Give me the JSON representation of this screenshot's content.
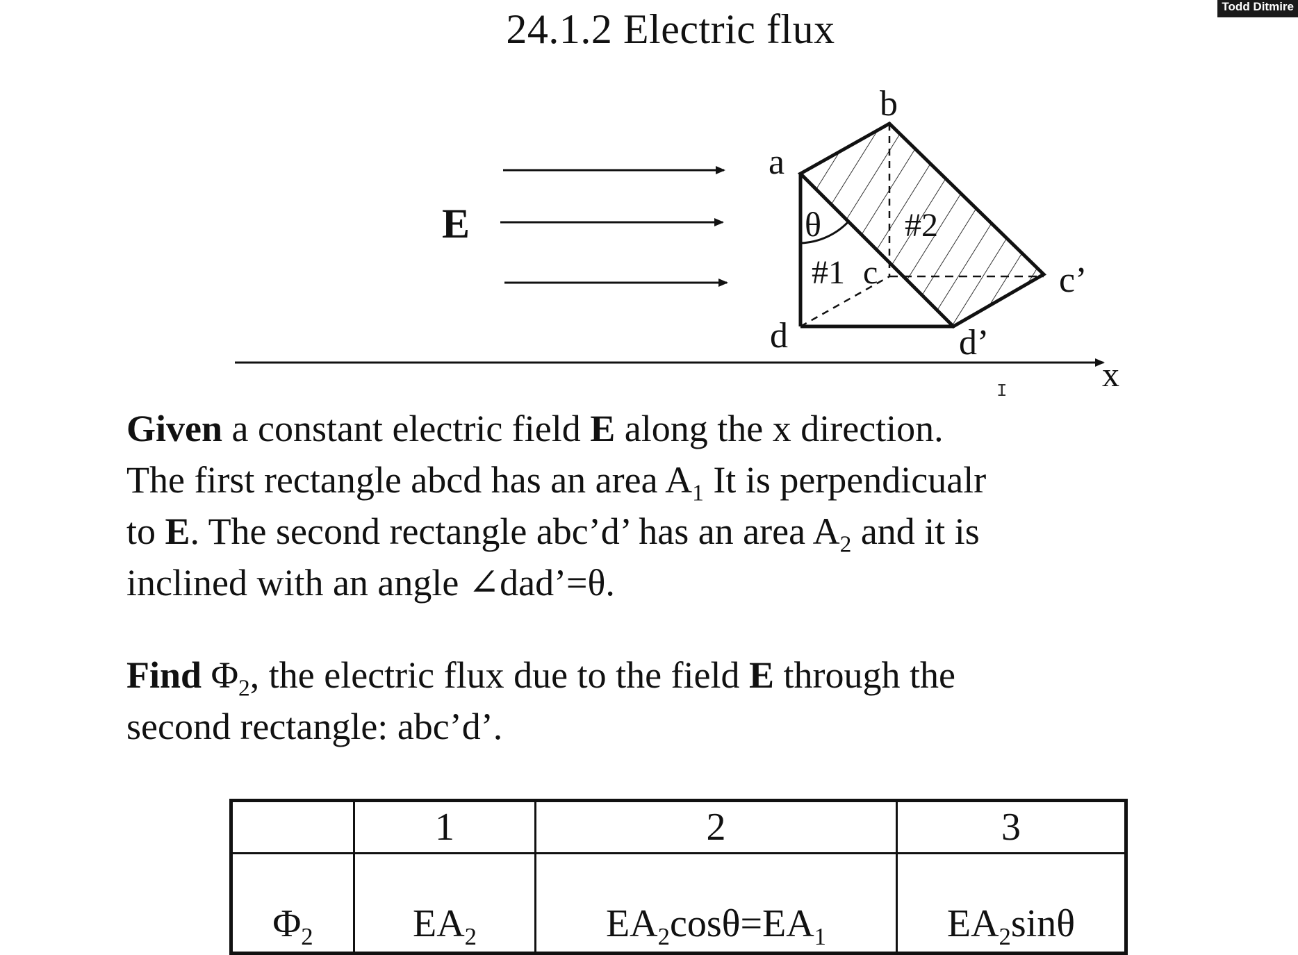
{
  "presenter_name": "Todd Ditmire",
  "title": "24.1.2 Electric flux",
  "figure": {
    "field_label": "E",
    "axis_label": "x",
    "points": {
      "a": "a",
      "b": "b",
      "c": "c",
      "c_prime": "c’",
      "d": "d",
      "d_prime": "d’"
    },
    "angle_label": "θ",
    "rect1_label": "#1",
    "rect2_label": "#2"
  },
  "given": {
    "bold_word": "Given",
    "line1_text": " a constant electric field ",
    "field_symbol": "E",
    "line1_end": " along the x direction.",
    "line2_text": "The first rectangle abcd has an area A",
    "line2_sub": "1",
    "line2_end": " It is perpendicualr",
    "line3_start": "to ",
    "line3_text": ". The second rectangle abc’d’ has an area A",
    "line3_sub": "2",
    "line3_end": " and it is",
    "line4_text": "inclined with an angle ∠dad’=θ."
  },
  "find": {
    "bold_word": "Find",
    "phi": " Φ",
    "phi_sub": "2",
    "line1_text": ", the electric flux due to the field ",
    "field_symbol": "E",
    "line1_end": " through the",
    "line2_text": "second rectangle: abc’d’."
  },
  "table": {
    "headers": [
      "",
      "1",
      "2",
      "3"
    ],
    "row_label": "Φ",
    "row_label_sub": "2",
    "options": [
      {
        "parts": [
          "EA",
          "2",
          ""
        ]
      },
      {
        "parts": [
          "EA",
          "2",
          "cosθ=EA",
          "1",
          ""
        ]
      },
      {
        "parts": [
          "EA",
          "2",
          "sinθ"
        ]
      }
    ]
  },
  "cursor_glyph": "I"
}
